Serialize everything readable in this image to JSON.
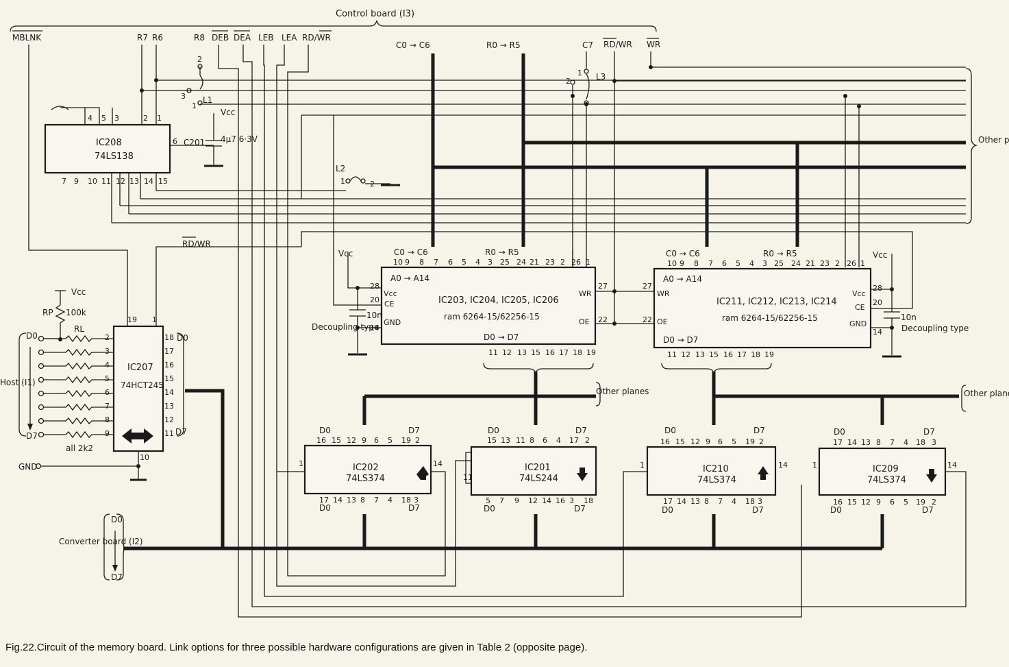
{
  "caption": "Fig.22.Circuit of the memory board. Link options for three possible hardware configurations are given in Table 2 (opposite page).",
  "control_board": {
    "title": "Control board (I3)",
    "signals": [
      "MBLNK",
      "R7",
      "R6",
      "R8",
      "DEB",
      "DEA",
      "LEB",
      "LEA",
      "RD/WR"
    ]
  },
  "address_bus": {
    "col": "C0 → C6",
    "row": "R0 → R5",
    "c7": "C7",
    "rdwr": "RD/WR",
    "wr": "WR"
  },
  "other_planes": "Other planes",
  "chips": {
    "ic208": {
      "ref": "IC208",
      "part": "74LS138",
      "pins_top": [
        "4",
        "5",
        "3",
        "2",
        "1"
      ],
      "pins_bottom": [
        "7",
        "9",
        "10",
        "11",
        "12",
        "13",
        "14",
        "15"
      ],
      "pin_side": "6"
    },
    "ic207": {
      "ref": "IC207",
      "part": "74HCT245",
      "pin_top_left": "19",
      "pin_top_right": "1",
      "pin_bottom": "10"
    },
    "ram_a": {
      "ref": "IC203, IC204, IC205, IC206",
      "part": "ram 6264-15/62256-15",
      "a_range": "A0 → A14",
      "d_range": "D0 → D7",
      "pins_top": [
        "10",
        "9",
        "8",
        "7",
        "6",
        "5",
        "4",
        "3",
        "25",
        "24",
        "21",
        "23",
        "2",
        "26",
        "1"
      ],
      "pins_bottom": [
        "11",
        "12",
        "13",
        "15",
        "16",
        "17",
        "18",
        "19"
      ]
    },
    "ram_b": {
      "ref": "IC211, IC212, IC213, IC214",
      "part": "ram 6264-15/62256-15",
      "a_range": "A0 → A14",
      "d_range": "D0 → D7",
      "pins_top": [
        "10",
        "9",
        "8",
        "7",
        "6",
        "5",
        "4",
        "3",
        "25",
        "24",
        "21",
        "23",
        "2",
        "26",
        "1"
      ],
      "pins_bottom": [
        "11",
        "12",
        "13",
        "15",
        "16",
        "17",
        "18",
        "19"
      ]
    },
    "ic202": {
      "ref": "IC202",
      "part": "74LS374",
      "pins_top": [
        "16",
        "15",
        "12",
        "9",
        "6",
        "5",
        "19",
        "2"
      ],
      "pins_bottom": [
        "17",
        "14",
        "13",
        "8",
        "7",
        "4",
        "18",
        "3"
      ]
    },
    "ic201": {
      "ref": "IC201",
      "part": "74LS244",
      "pins_top": [
        "15",
        "13",
        "11",
        "8",
        "6",
        "4",
        "17",
        "2"
      ],
      "pins_bottom": [
        "5",
        "7",
        "9",
        "12",
        "14",
        "16",
        "3",
        "18"
      ]
    },
    "ic210": {
      "ref": "IC210",
      "part": "74LS374",
      "pins_top": [
        "16",
        "15",
        "12",
        "9",
        "6",
        "5",
        "19",
        "2"
      ],
      "pins_bottom": [
        "17",
        "14",
        "13",
        "8",
        "7",
        "4",
        "18",
        "3"
      ]
    },
    "ic209": {
      "ref": "IC209",
      "part": "74LS374",
      "pins_top": [
        "17",
        "14",
        "13",
        "8",
        "7",
        "4",
        "18",
        "3"
      ],
      "pins_bottom": [
        "16",
        "15",
        "12",
        "9",
        "6",
        "5",
        "19",
        "2"
      ]
    }
  },
  "ram_pins": {
    "vcc": "Vcc",
    "ce": "CE",
    "gnd": "GND",
    "wr": "WR",
    "oe": "OE",
    "p28": "28",
    "p20": "20",
    "p14": "14",
    "p27": "27",
    "p22": "22"
  },
  "labels": {
    "vcc": "Vcc",
    "gnd": "GND",
    "decoupling": "Decoupling type",
    "cap_10n": "10n",
    "c201": "C201",
    "c201_value": "4µ7 6·3V",
    "rp": "RP",
    "rp_value": "100k",
    "rl": "RL",
    "rl_value": "all 2k2",
    "host": "Host (I1)",
    "converter": "Converter board (I2)",
    "d0": "D0",
    "d7": "D7",
    "rdwr_internal": "RD/WR",
    "l1": "L1",
    "l2": "L2",
    "l3": "L3",
    "link_1": "1",
    "link_2": "2",
    "link_3": "3",
    "host_pins": [
      "2",
      "3",
      "4",
      "5",
      "6",
      "7",
      "8",
      "9"
    ],
    "bus_pins": [
      "18",
      "17",
      "16",
      "15",
      "14",
      "13",
      "12",
      "11"
    ]
  }
}
